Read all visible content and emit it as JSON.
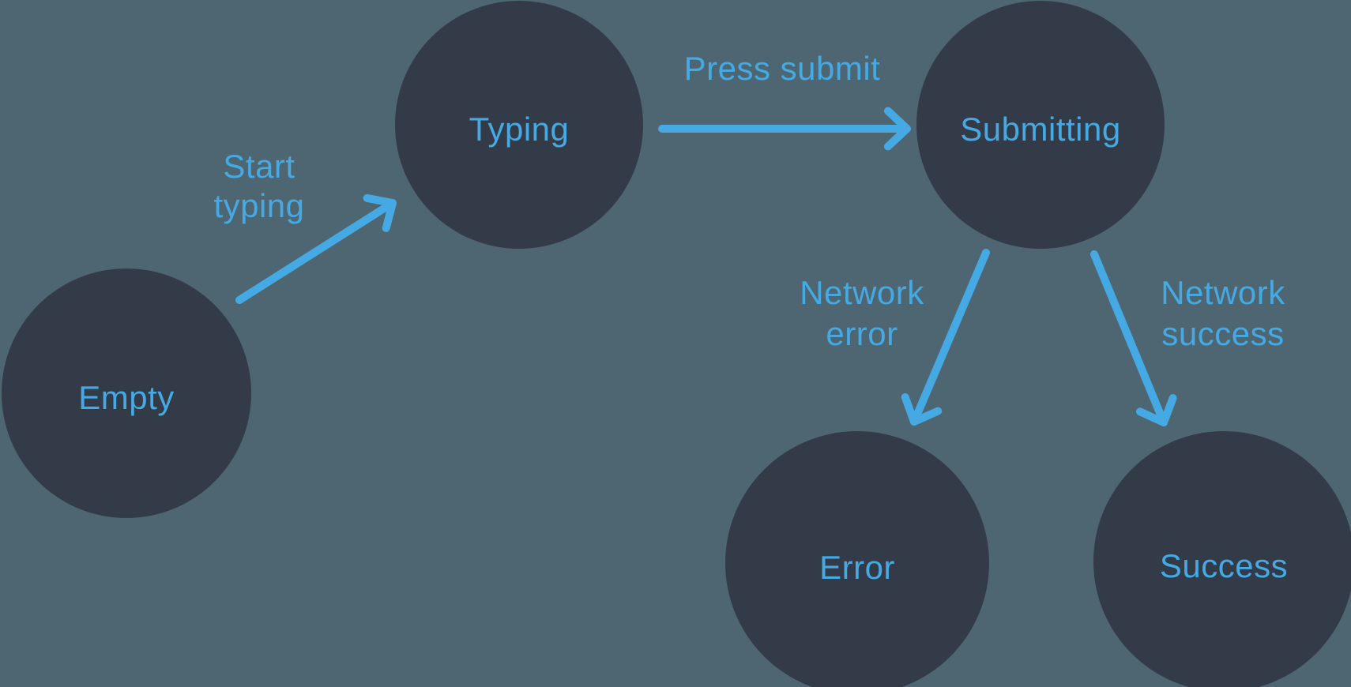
{
  "diagram": {
    "type": "state-machine",
    "colors": {
      "background": "#4d6671",
      "node_fill": "#333b48",
      "accent": "#45a9e4"
    },
    "nodes": [
      {
        "id": "empty",
        "label": "Empty"
      },
      {
        "id": "typing",
        "label": "Typing"
      },
      {
        "id": "submitting",
        "label": "Submitting"
      },
      {
        "id": "error",
        "label": "Error"
      },
      {
        "id": "success",
        "label": "Success"
      }
    ],
    "edges": [
      {
        "from": "empty",
        "to": "typing",
        "label": "Start typing",
        "label_lines": [
          "Start",
          "typing"
        ]
      },
      {
        "from": "typing",
        "to": "submitting",
        "label": "Press submit",
        "label_lines": [
          "Press submit"
        ]
      },
      {
        "from": "submitting",
        "to": "error",
        "label": "Network error",
        "label_lines": [
          "Network",
          "error"
        ]
      },
      {
        "from": "submitting",
        "to": "success",
        "label": "Network success",
        "label_lines": [
          "Network",
          "success"
        ]
      }
    ]
  }
}
